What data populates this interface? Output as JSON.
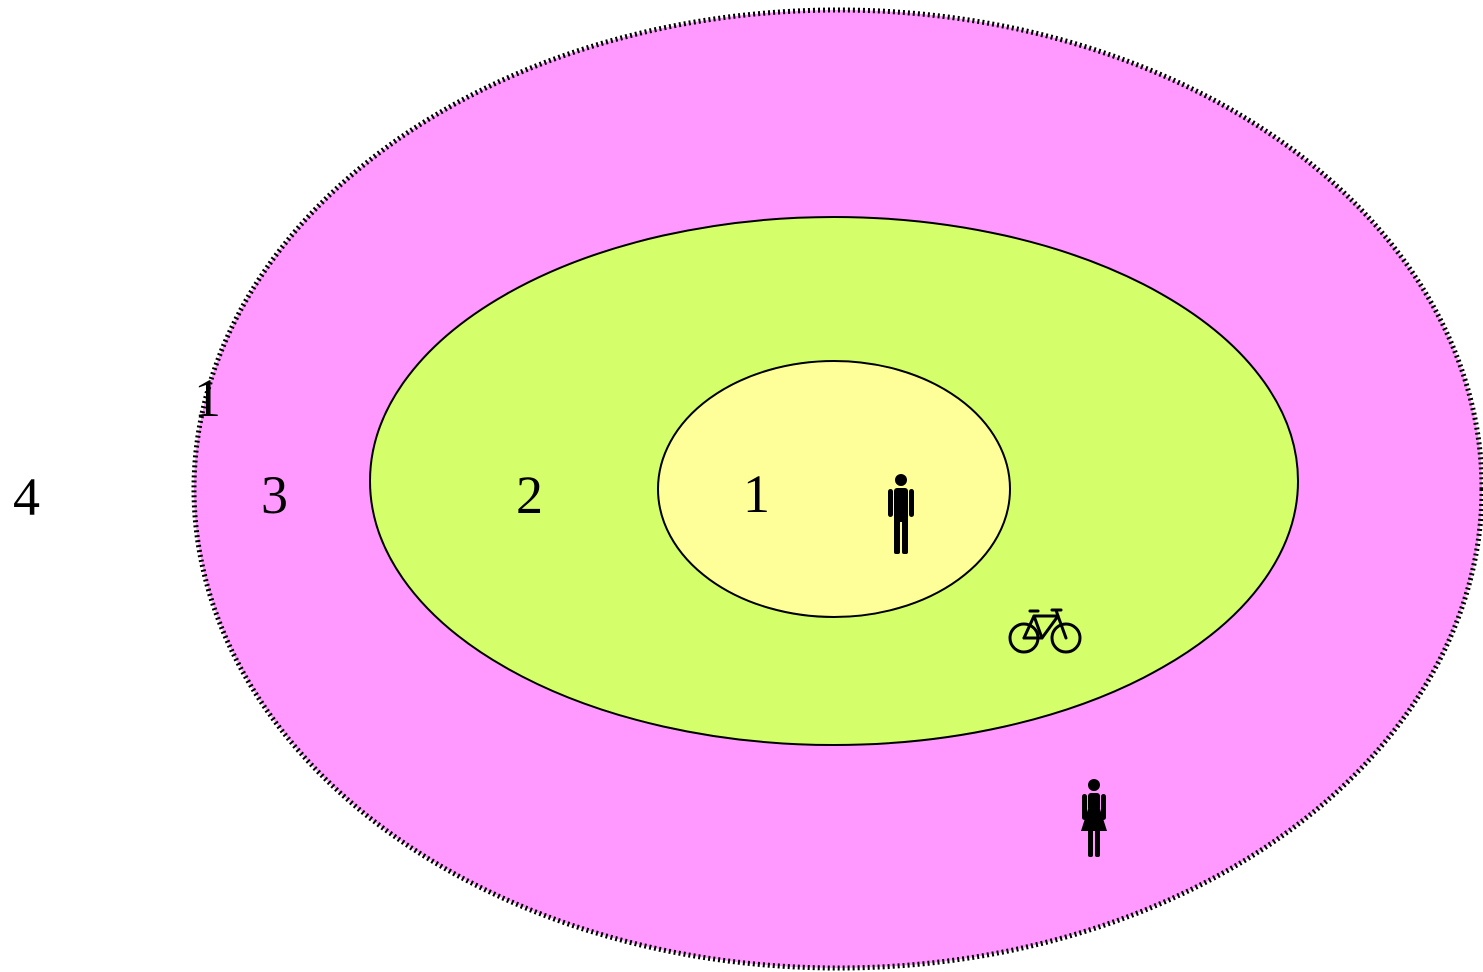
{
  "labels": {
    "outside": "4",
    "outer_ring": "3",
    "middle_ring": "2",
    "inner_core": "1",
    "outer_ring_extra": "1"
  },
  "colors": {
    "outer_ring": "#ff99ff",
    "middle_ring": "#d4ff6b",
    "inner_core": "#ffff99",
    "stroke": "#000000",
    "background": "#ffffff"
  },
  "icons": [
    "man-icon",
    "bicycle-icon",
    "woman-icon"
  ]
}
